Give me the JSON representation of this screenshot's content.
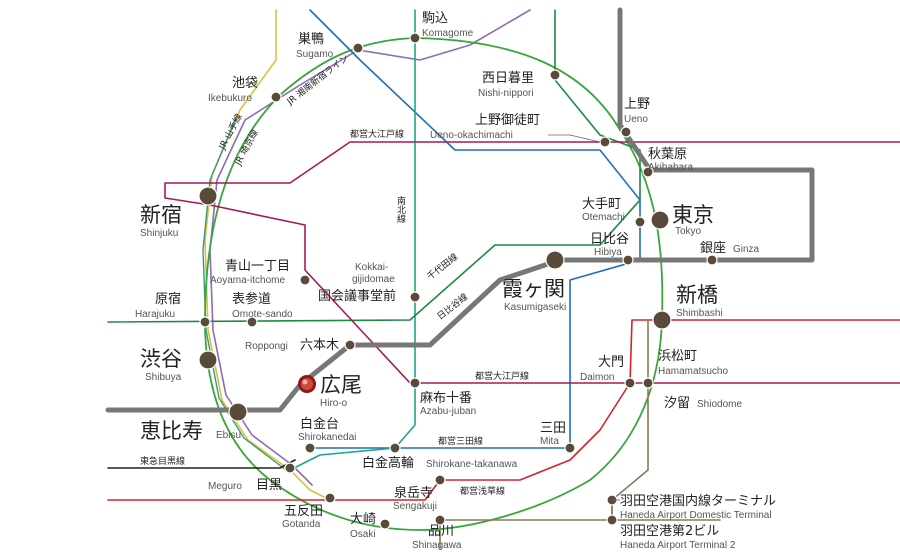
{
  "colors": {
    "yamanote": "#3aa63a",
    "hibiya": "#9a9a9a",
    "oedo": "#a3195b",
    "chiyoda": "#1b8b43",
    "namboku": "#1ea58c",
    "mita": "#1f6fb8",
    "asakusa": "#d7222b",
    "shonan": "#e09b1a",
    "saikyo": "#3a9a78",
    "mitaRiver": "#8a7a55",
    "keikyu": "#8a7a55",
    "meguro": "#5a8ad0",
    "toyoko": "#222222",
    "saikyoTrack": "#d9c33a"
  },
  "line_labels": {
    "jr_yamanote": "JR 山手線",
    "jr_saikyo": "JR 埼京線",
    "jr_shonan": "JR 湘南新宿ライン",
    "oedo_top": "都営大江戸線",
    "oedo_bottom": "都営大江戸線",
    "namboku": "南北線",
    "chiyoda": "千代田線",
    "hibiya": "日比谷線",
    "mita": "都営三田線",
    "asakusa": "都営浅草線",
    "toyoko": "東急目黒線"
  },
  "stations": {
    "komagome_ja": "駒込",
    "komagome_en": "Komagome",
    "sugamo_ja": "巣鴨",
    "sugamo_en": "Sugamo",
    "nishinippori_ja": "西日暮里",
    "nishinippori_en": "Nishi-nippori",
    "ikebukuro_ja": "池袋",
    "ikebukuro_en": "Ikebukuro",
    "ueno_ja": "上野",
    "ueno_en": "Ueno",
    "uenookachimachi_ja": "上野御徒町",
    "uenookachimachi_en": "Ueno-okachimachi",
    "akihabara_ja": "秋葉原",
    "akihabara_en": "Akihabara",
    "shinjuku_ja": "新宿",
    "shinjuku_en": "Shinjuku",
    "otemachi_ja": "大手町",
    "otemachi_en": "Otemachi",
    "tokyo_ja": "東京",
    "tokyo_en": "Tokyo",
    "hibiya_ja": "日比谷",
    "hibiya_en": "Hibiya",
    "ginza_ja": "銀座",
    "ginza_en": "Ginza",
    "aoyama_ja": "青山一丁目",
    "aoyama_en": "Aoyama-itchome",
    "kokkai_en1": "Kokkai-",
    "kokkai_en2": "gijidomae",
    "kokkai_ja": "国会議事堂前",
    "kasumigaseki_ja": "霞ヶ関",
    "kasumigaseki_en": "Kasumigaseki",
    "harajuku_ja": "原宿",
    "harajuku_en": "Harajuku",
    "omotesando_ja": "表参道",
    "omotesando_en": "Omote-sando",
    "shinbashi_ja": "新橋",
    "shinbashi_en": "Shimbashi",
    "roppongi_en": "Roppongi",
    "roppongi_ja": "六本木",
    "shibuya_ja": "渋谷",
    "shibuya_en": "Shibuya",
    "daimon_ja": "大門",
    "daimon_en": "Daimon",
    "hamamatsucho_ja": "浜松町",
    "hamamatsucho_en": "Hamamatsucho",
    "hiroo_ja": "広尾",
    "hiroo_en": "Hiro-o",
    "azabujuban_ja": "麻布十番",
    "azabujuban_en": "Azabu-juban",
    "shiodome_ja": "汐留",
    "shiodome_en": "Shiodome",
    "ebisu_ja": "恵比寿",
    "ebisu_en": "Ebisu",
    "shirokanedai_ja": "白金台",
    "shirokanedai_en": "Shirokanedai",
    "mita_ja": "三田",
    "mita_en": "Mita",
    "shirokanetakanawa_ja": "白金高輪",
    "shirokanetakanawa_en": "Shirokane-takanawa",
    "meguro_en": "Meguro",
    "meguro_ja": "目黒",
    "sengakuji_ja": "泉岳寺",
    "sengakuji_en": "Sengakuji",
    "gotanda_ja": "五反田",
    "gotanda_en": "Gotanda",
    "osaki_ja": "大崎",
    "osaki_en": "Osaki",
    "shinagawa_ja": "品川",
    "shinagawa_en": "Shinagawa",
    "hnd_dom_ja": "羽田空港国内線ターミナル",
    "hnd_dom_en": "Haneda Airport Domestic Terminal",
    "hnd_t2_ja": "羽田空港第2ビル",
    "hnd_t2_en": "Haneda Airport Terminal 2"
  }
}
